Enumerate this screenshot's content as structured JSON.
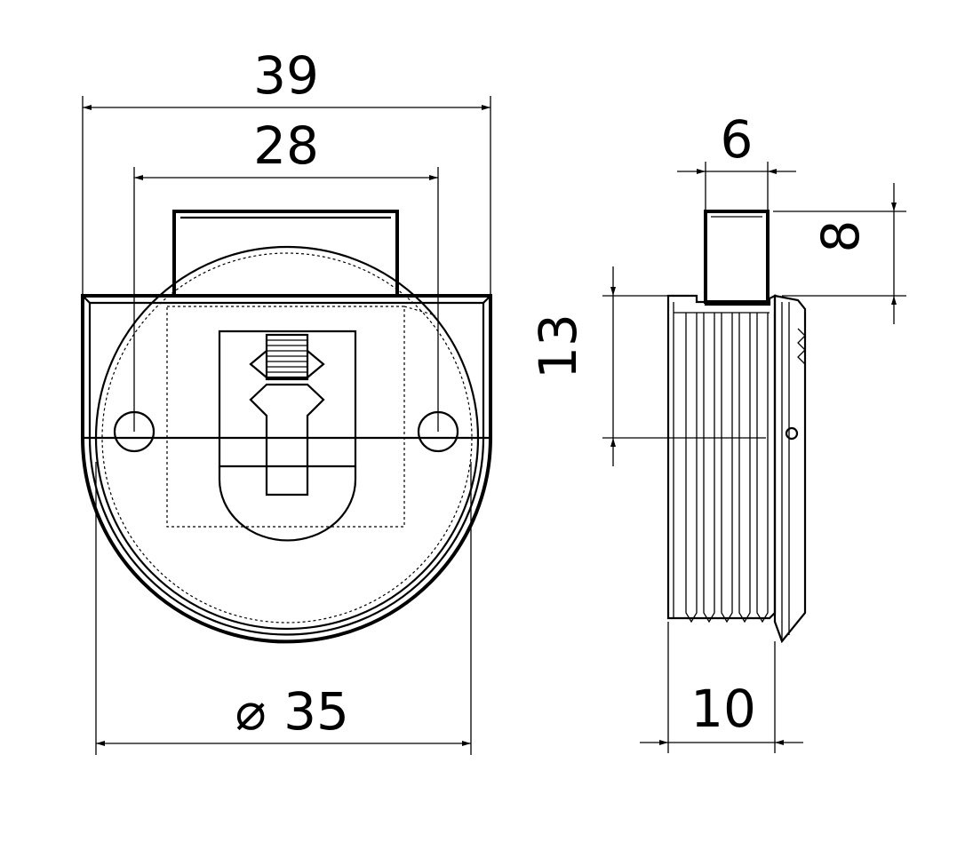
{
  "dimensions": {
    "overall_width": "39",
    "pin_spacing": "28",
    "diameter_symbol": "⌀",
    "diameter_value": "35",
    "pin_width": "6",
    "pin_height": "8",
    "center_height": "13",
    "thickness": "10"
  }
}
